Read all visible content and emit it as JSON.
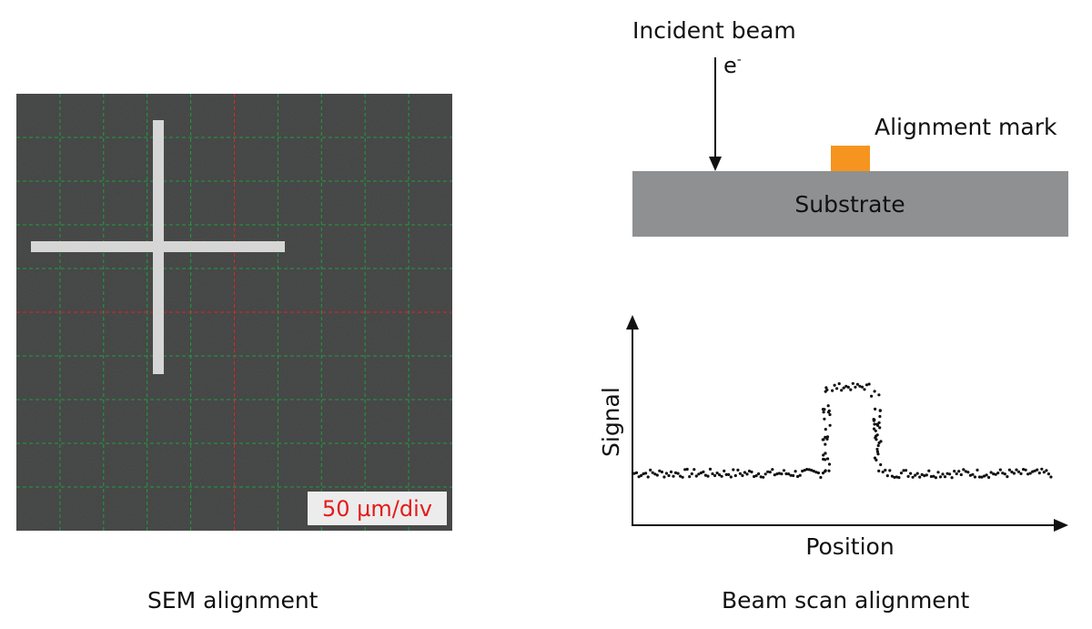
{
  "sem_panel": {
    "scale_label": "50 µm/div",
    "scale_label_color": "#e31b1b",
    "caption": "SEM alignment",
    "grid_divisions": 10,
    "grid_color_green": "#1e9e3c",
    "grid_color_red": "#e32222",
    "background_color": "#3b3c3c"
  },
  "beam_panel": {
    "incident_beam_label": "Incident beam",
    "electron_symbol": "e",
    "electron_charge": "-",
    "alignment_mark_label": "Alignment mark",
    "alignment_mark_color": "#f5951f",
    "substrate_label": "Substrate",
    "substrate_color": "#8f9092",
    "caption": "Beam scan alignment"
  },
  "chart_data": {
    "type": "scatter",
    "title": "",
    "xlabel": "Position",
    "ylabel": "Signal",
    "xlim": [
      0,
      100
    ],
    "ylim": [
      0,
      100
    ],
    "series": [
      {
        "description_free": true,
        "baseline_level": 30,
        "peak_level": 80,
        "peak_start_x": 45,
        "peak_end_x": 59,
        "x_range": [
          0,
          100
        ]
      }
    ]
  }
}
